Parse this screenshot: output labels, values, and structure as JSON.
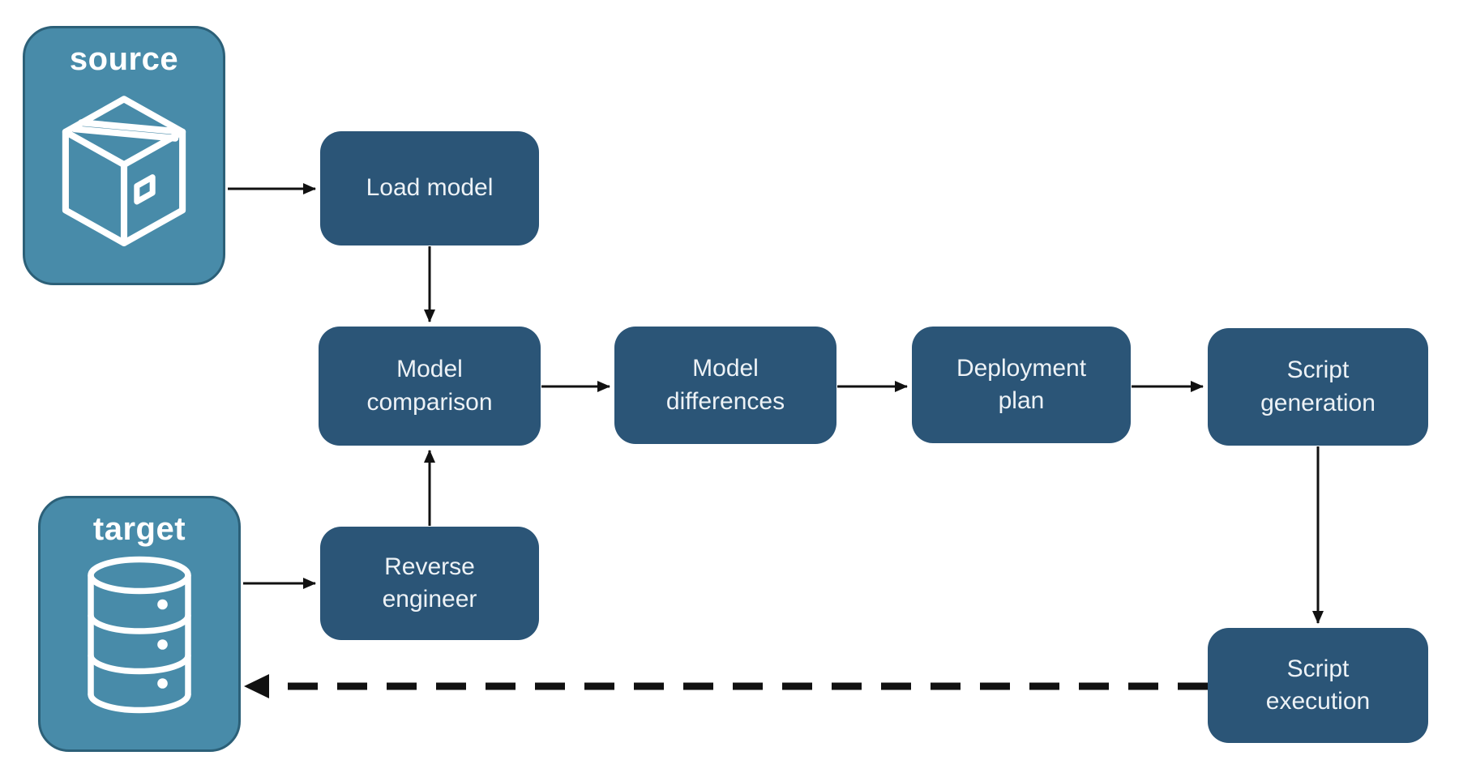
{
  "colors": {
    "step_fill": "#2B5577",
    "endpoint_fill": "#488BA9",
    "endpoint_border": "#2C6078",
    "arrow": "#111111",
    "label_text": "#EDF2F6",
    "title_text": "#FFFFFF",
    "background": "#FFFFFF"
  },
  "nodes": {
    "source": {
      "label": "source",
      "icon": "package-icon"
    },
    "target": {
      "label": "target",
      "icon": "database-icon"
    },
    "load_model": {
      "label": "Load model"
    },
    "model_comparison": {
      "label": "Model\ncomparison"
    },
    "model_differences": {
      "label": "Model\ndifferences"
    },
    "deployment_plan": {
      "label": "Deployment\nplan"
    },
    "script_generation": {
      "label": "Script\ngeneration"
    },
    "script_execution": {
      "label": "Script\nexecution"
    },
    "reverse_engineer": {
      "label": "Reverse\nengineer"
    }
  },
  "edges": [
    {
      "from": "source",
      "to": "load_model",
      "style": "solid"
    },
    {
      "from": "load_model",
      "to": "model_comparison",
      "style": "solid"
    },
    {
      "from": "target",
      "to": "reverse_engineer",
      "style": "solid"
    },
    {
      "from": "reverse_engineer",
      "to": "model_comparison",
      "style": "solid"
    },
    {
      "from": "model_comparison",
      "to": "model_differences",
      "style": "solid"
    },
    {
      "from": "model_differences",
      "to": "deployment_plan",
      "style": "solid"
    },
    {
      "from": "deployment_plan",
      "to": "script_generation",
      "style": "solid"
    },
    {
      "from": "script_generation",
      "to": "script_execution",
      "style": "solid"
    },
    {
      "from": "script_execution",
      "to": "target",
      "style": "dashed"
    }
  ]
}
